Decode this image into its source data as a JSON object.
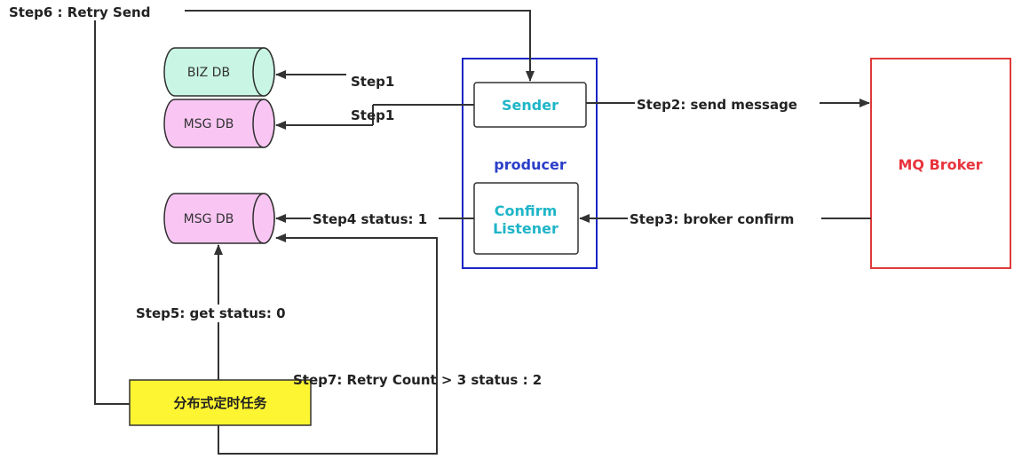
{
  "nodes": {
    "biz_db": "BIZ DB",
    "msg_db_top": "MSG DB",
    "msg_db_bottom": "MSG DB",
    "sender": "Sender",
    "producer": "producer",
    "confirm_line1": "Confirm",
    "confirm_line2": "Listener",
    "mq_broker": "MQ Broker",
    "scheduled_task": "分布式定时任务"
  },
  "steps": {
    "step1_biz": "Step1",
    "step1_msg": "Step1",
    "step2": "Step2:  send message",
    "step3": "Step3:  broker confirm",
    "step4": "Step4 status: 1",
    "step5": "Step5: get status:  0",
    "step6": "Step6 :  Retry Send",
    "step7": "Step7: Retry Count > 3 status : 2"
  },
  "colors": {
    "db_biz_fill": "#c8f5e4",
    "db_msg_fill": "#f9c6f3",
    "db_stroke": "#2f2f2f",
    "producer_border": "#1a25c4",
    "broker_border": "#e03a3a",
    "task_fill": "#fdf531",
    "node_text_cyan": "#1fb5c8",
    "producer_text": "#2b3fc9",
    "broker_text": "#e8343c"
  }
}
